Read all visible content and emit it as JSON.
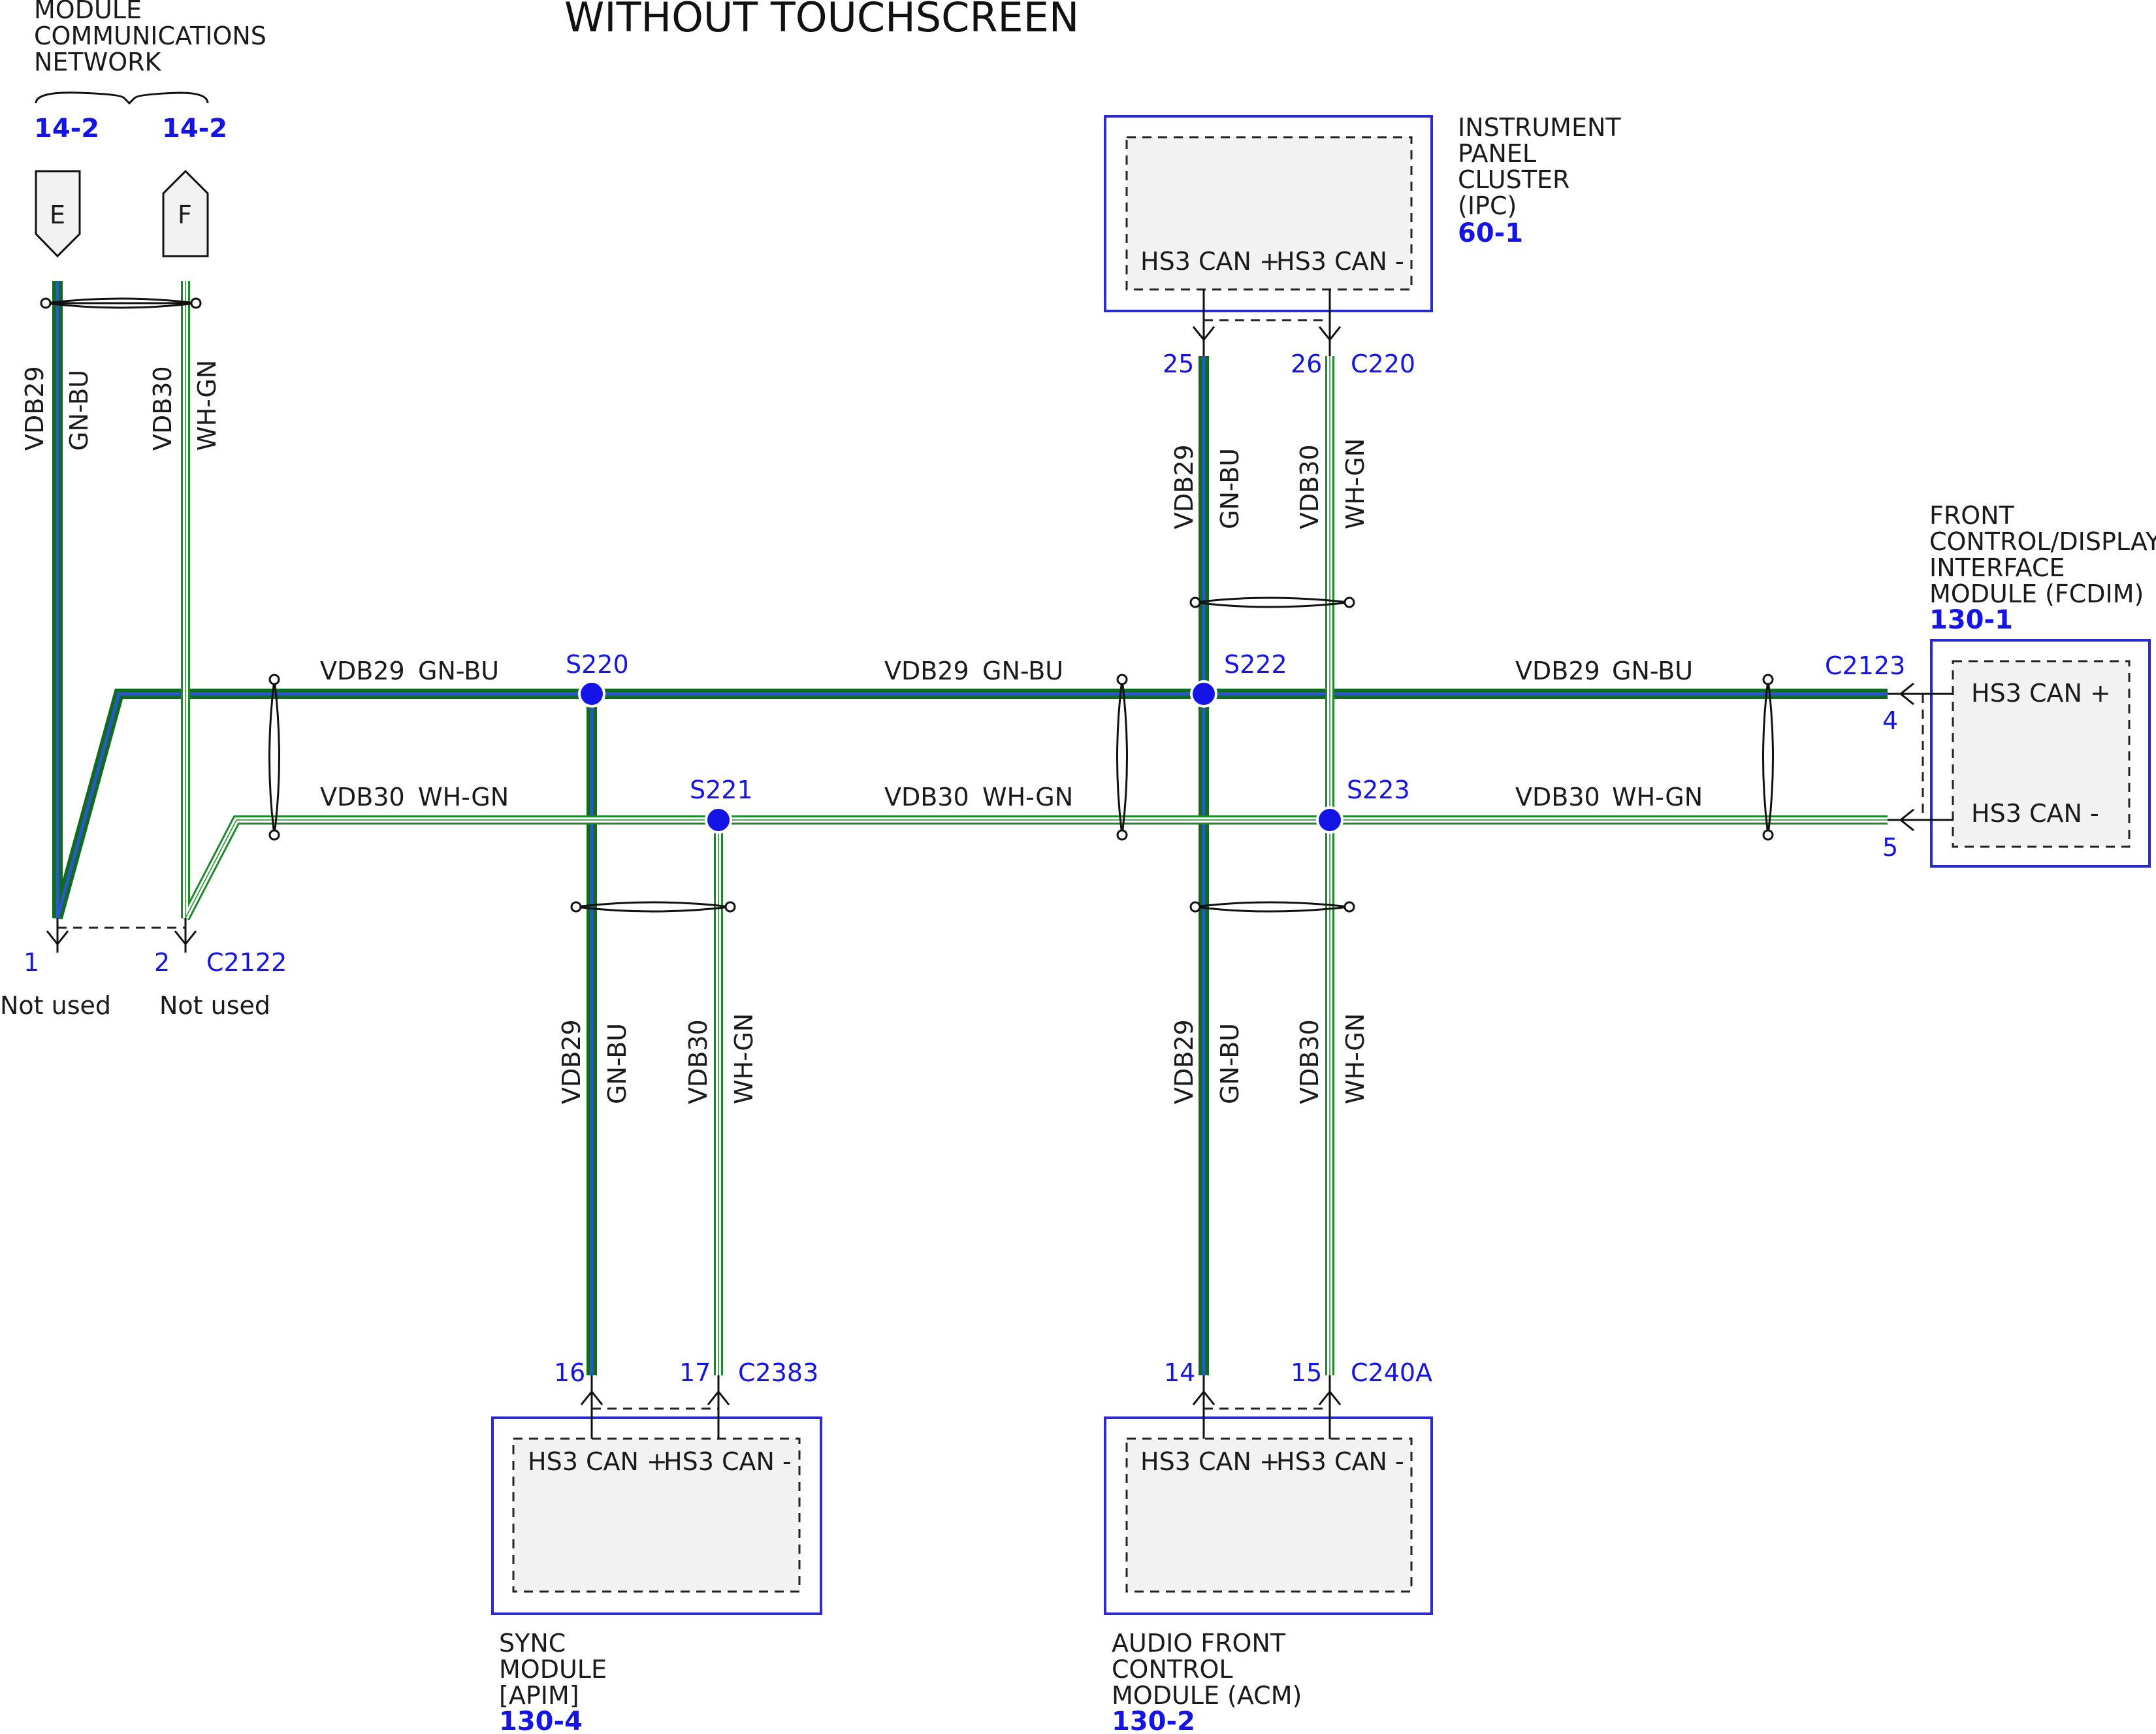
{
  "title": "WITHOUT TOUCHSCREEN",
  "colors": {
    "wire_gnbu_outer": "#0f6b1f",
    "wire_gnbu_inner": "#2a57c9",
    "wire_whgn": "#1d8a2a",
    "module_border": "#2a2ad0",
    "splice": "#1414e6",
    "ref_text": "#1414e6"
  },
  "mcn": {
    "label_lines": [
      "MODULE",
      "COMMUNICATIONS",
      "NETWORK"
    ],
    "refs": [
      "14-2",
      "14-2"
    ],
    "connectors": [
      "E",
      "F"
    ]
  },
  "circuits": {
    "can_plus": {
      "id": "VDB29",
      "color": "GN-BU"
    },
    "can_minus": {
      "id": "VDB30",
      "color": "WH-GN"
    }
  },
  "splices": [
    "S220",
    "S221",
    "S222",
    "S223"
  ],
  "connectors": {
    "c2122": {
      "name": "C2122",
      "pins": [
        "1",
        "2"
      ],
      "notes": [
        "Not used",
        "Not used"
      ]
    },
    "c220": {
      "name": "C220",
      "pins": [
        "25",
        "26"
      ]
    },
    "c2123": {
      "name": "C2123",
      "pins": [
        "4",
        "5"
      ]
    },
    "c2383": {
      "name": "C2383",
      "pins": [
        "16",
        "17"
      ]
    },
    "c240a": {
      "name": "C240A",
      "pins": [
        "14",
        "15"
      ]
    }
  },
  "modules": {
    "ipc": {
      "name_lines": [
        "INSTRUMENT",
        "PANEL",
        "CLUSTER",
        "(IPC)"
      ],
      "ref": "60-1",
      "pins": [
        "HS3 CAN +",
        "HS3 CAN -"
      ]
    },
    "fcdim": {
      "name_lines": [
        "FRONT",
        "CONTROL/DISPLAY",
        "INTERFACE",
        "MODULE (FCDIM)"
      ],
      "ref": "130-1",
      "pins": [
        "HS3 CAN +",
        "HS3 CAN -"
      ]
    },
    "apim": {
      "name_lines": [
        "SYNC",
        "MODULE",
        "[APIM]"
      ],
      "ref": "130-4",
      "pins": [
        "HS3 CAN +",
        "HS3 CAN -"
      ]
    },
    "acm": {
      "name_lines": [
        "AUDIO FRONT",
        "CONTROL",
        "MODULE (ACM)"
      ],
      "ref": "130-2",
      "pins": [
        "HS3 CAN +",
        "HS3 CAN -"
      ]
    }
  }
}
